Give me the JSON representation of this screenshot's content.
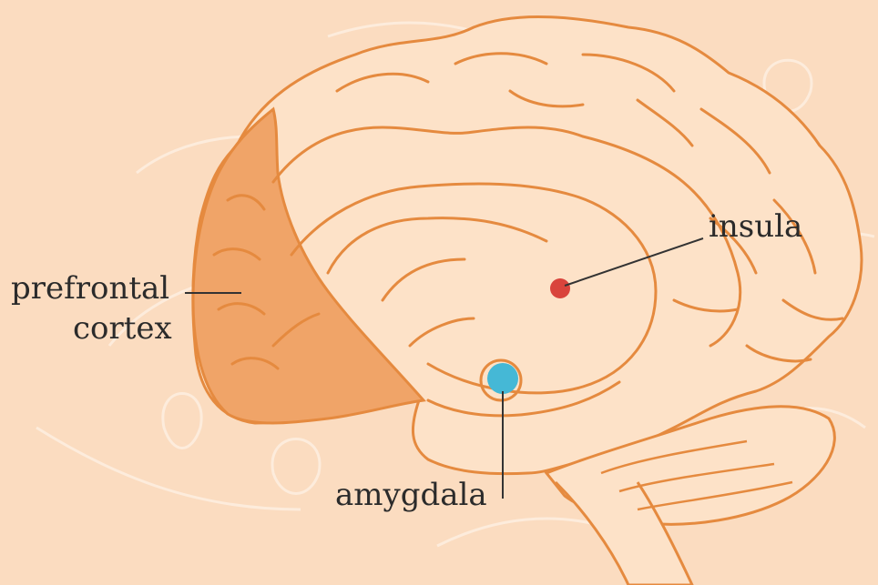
{
  "labels": {
    "prefrontal_line1": "prefrontal",
    "prefrontal_line2": "cortex",
    "insula": "insula",
    "amygdala": "amygdala"
  },
  "colors": {
    "background": "#fbdcc0",
    "brain_fill": "#fde2c8",
    "outline": "#e58a3f",
    "prefrontal_fill": "#f0a468",
    "insula_dot": "#d9443c",
    "amygdala_dot": "#45b8d6",
    "leader_line": "#333333",
    "background_pattern": "#ffffff"
  },
  "icons": {
    "brain": "brain-sagittal-view",
    "insula_marker": "red-dot",
    "amygdala_marker": "blue-dot"
  }
}
